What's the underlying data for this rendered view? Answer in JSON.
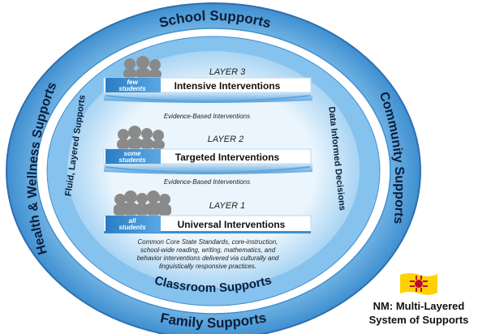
{
  "rings": {
    "top": "School Supports",
    "left": "Health & Wellness Supports",
    "right": "Community Supports",
    "bottom": "Family Supports"
  },
  "inner": {
    "left": "Fluid, Layered Supports",
    "right": "Data Informed Decisions",
    "bottom": "Classroom Supports"
  },
  "layers": [
    {
      "layer": "LAYER 3",
      "title": "Intensive Interventions",
      "tag": [
        "few",
        "students"
      ],
      "caption": "Evidence-Based Interventions"
    },
    {
      "layer": "LAYER 2",
      "title": "Targeted Interventions",
      "tag": [
        "some",
        "students"
      ],
      "caption": "Evidence-Based Interventions"
    },
    {
      "layer": "LAYER 1",
      "title": "Universal Interventions",
      "tag": [
        "all",
        "students"
      ]
    }
  ],
  "core_note": [
    "Common Core State Standards, core-instruction,",
    "school-wide reading, writing, mathematics, and",
    "behavior interventions delivered via culturally and",
    "linguistically responsive practices."
  ],
  "brand": {
    "line1": "NM: Multi-Layered",
    "line2": "System of Supports"
  },
  "colors": {
    "outer_ring": "#4f9fdc",
    "middle_ring": "#ffffff",
    "inner_ring": "#86c2ee",
    "center": "#eaf5fd",
    "tag_blue": "#3d8fd1",
    "flag_yellow": "#ffd100",
    "flag_red": "#bf0a30"
  }
}
